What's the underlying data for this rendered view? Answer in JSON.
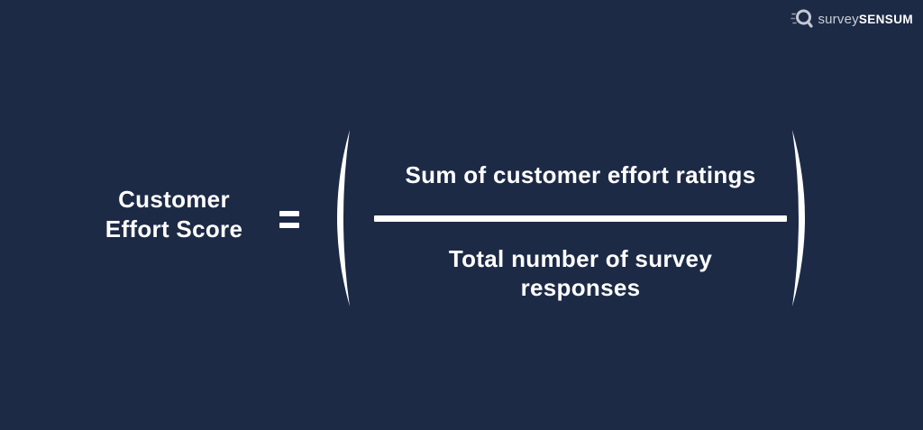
{
  "colors": {
    "background": "#1d2a46",
    "text": "#ffffff",
    "logo_muted": "#c9ced8"
  },
  "logo": {
    "icon": "magnifier-q-icon",
    "brand_prefix": "survey",
    "brand_suffix": "SENSUM"
  },
  "formula": {
    "label_lines": [
      "Customer",
      "Effort Score"
    ],
    "equals_sign": "=",
    "numerator": "Sum of customer effort ratings",
    "denominator_lines": [
      "Total number of survey",
      "responses"
    ]
  }
}
